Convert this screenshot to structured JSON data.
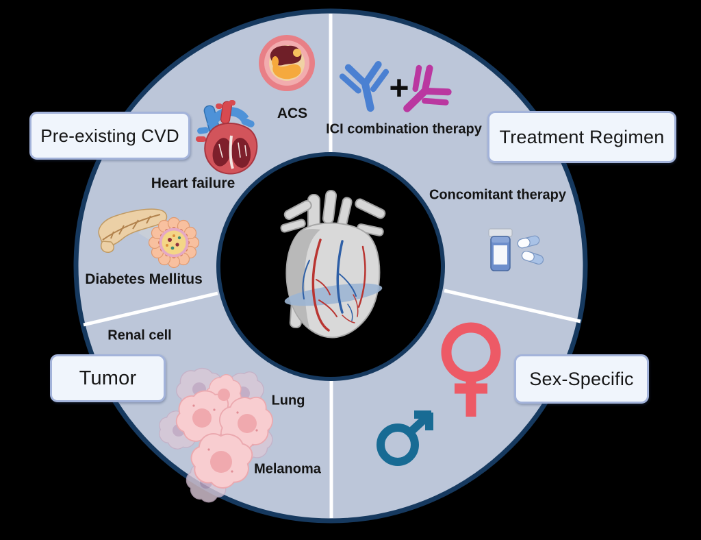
{
  "diagram": {
    "description": "Circular risk-factor wheel around a central anatomical heart",
    "center_icon": "heart-anatomy-icon",
    "quadrants": {
      "pre_existing_cvd": {
        "title": "Pre-existing CVD",
        "items": [
          "ACS",
          "Heart failure",
          "Diabetes Mellitus"
        ],
        "icons": [
          "atherosclerosis-vessel-icon",
          "heart-cross-section-icon",
          "pancreas-islet-icon"
        ]
      },
      "treatment_regimen": {
        "title": "Treatment Regimen",
        "items": [
          "ICI combination therapy",
          "Concomitant therapy"
        ],
        "plus_sign": "+",
        "icons": [
          "antibody-pair-icon",
          "pill-bottle-capsules-icon"
        ]
      },
      "tumor": {
        "title": "Tumor",
        "items": [
          "Renal cell",
          "Lung",
          "Melanoma"
        ],
        "icons": [
          "tumor-cells-icon"
        ]
      },
      "sex_specific": {
        "title": "Sex-Specific",
        "items": [],
        "icons": [
          "female-symbol-icon",
          "male-symbol-icon"
        ]
      }
    },
    "colors": {
      "ring_fill": "#bcc6d9",
      "ring_border": "#16395f",
      "divider": "#ffffff",
      "box_background": "#f0f5fc",
      "box_border": "#a3b3da",
      "text": "#141414",
      "antibody_blue": "#4a80d2",
      "antibody_magenta": "#ba37a0",
      "female_symbol": "#ed5a66",
      "male_symbol": "#186b94",
      "acs_ring": "#e87f86",
      "plaque_maroon": "#6f1f28",
      "plaque_lipid": "#f5a93d",
      "pancreas_tan": "#ecd0a6",
      "tumor_pink": "#f8cdd0",
      "pill_blue": "#6d8ecb"
    }
  }
}
